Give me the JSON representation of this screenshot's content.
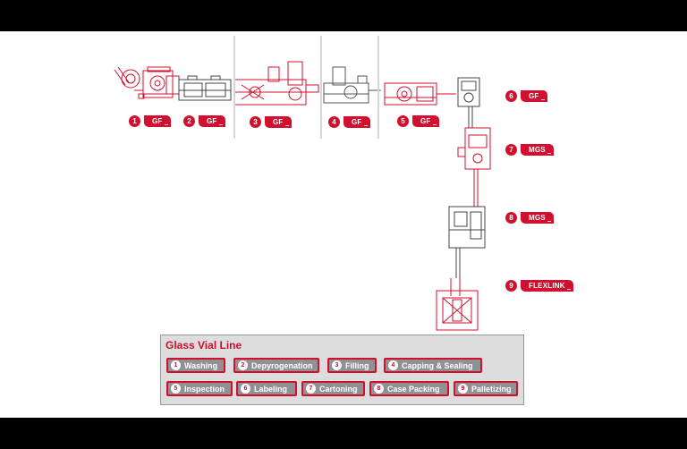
{
  "diagram": {
    "supplier_tags": [
      {
        "num": "1",
        "label": "GF"
      },
      {
        "num": "2",
        "label": "GF"
      },
      {
        "num": "3",
        "label": "GF"
      },
      {
        "num": "4",
        "label": "GF"
      },
      {
        "num": "5",
        "label": "GF"
      },
      {
        "num": "6",
        "label": "GF"
      },
      {
        "num": "7",
        "label": "MGS"
      },
      {
        "num": "8",
        "label": "MGS"
      },
      {
        "num": "9",
        "label": "FLEXLINK"
      }
    ]
  },
  "legend": {
    "title": "Glass Vial Line",
    "steps": [
      {
        "num": "1",
        "label": "Washing"
      },
      {
        "num": "2",
        "label": "Depyrogenation"
      },
      {
        "num": "3",
        "label": "Filling"
      },
      {
        "num": "4",
        "label": "Capping & Sealing"
      },
      {
        "num": "5",
        "label": "Inspection"
      },
      {
        "num": "6",
        "label": "Labeling"
      },
      {
        "num": "7",
        "label": "Cartoning"
      },
      {
        "num": "8",
        "label": "Case Packing"
      },
      {
        "num": "9",
        "label": "Palletizing"
      }
    ]
  },
  "colors": {
    "accent": "#d0102e",
    "legend_bg": "#dddddd",
    "step_bg": "#8f9194"
  }
}
